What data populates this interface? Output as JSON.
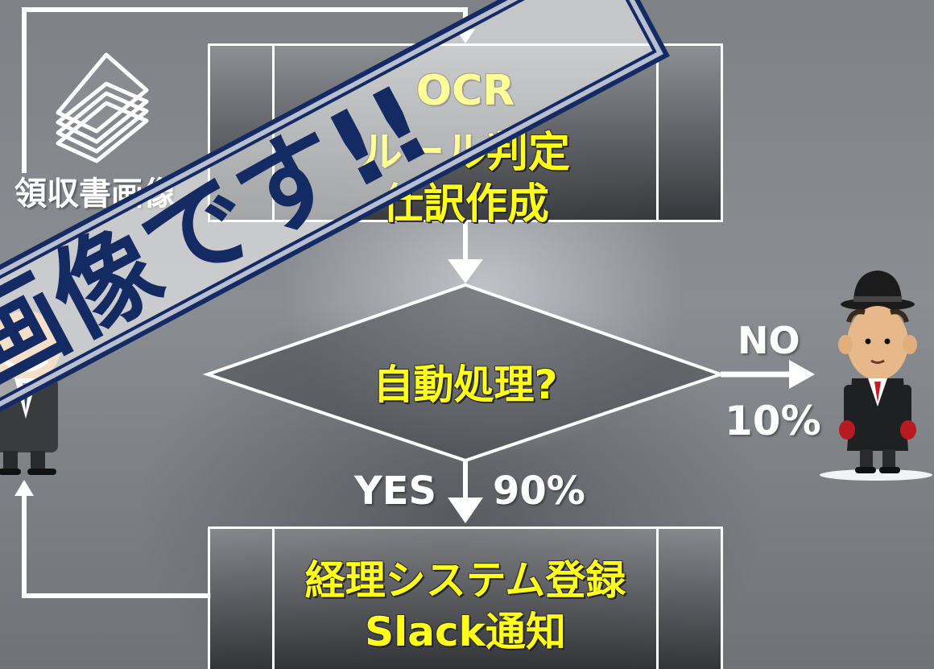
{
  "diagram": {
    "top_box": {
      "lines": [
        "OCR",
        "ルール判定",
        "仕訳作成"
      ]
    },
    "decision": {
      "label": "自動処理?"
    },
    "no_branch": {
      "label": "NO",
      "percent": "10%"
    },
    "yes_branch": {
      "label": "YES",
      "percent": "90%"
    },
    "bottom_box": {
      "lines": [
        "経理システム登録",
        "Slack通知"
      ]
    },
    "left_input": {
      "label": "領収書画像"
    },
    "banner": {
      "text": "画像です!!"
    }
  },
  "icons": {
    "left_top": "receipt-stack-icon",
    "left_person": "businessman-smiling-icon",
    "right_person": "gentleman-bowler-hat-icon"
  },
  "colors": {
    "label_yellow": "#ffff1a",
    "banner_navy": "#142a63",
    "banner_fill": "#ffffff",
    "arrow_white": "#ffffff"
  }
}
